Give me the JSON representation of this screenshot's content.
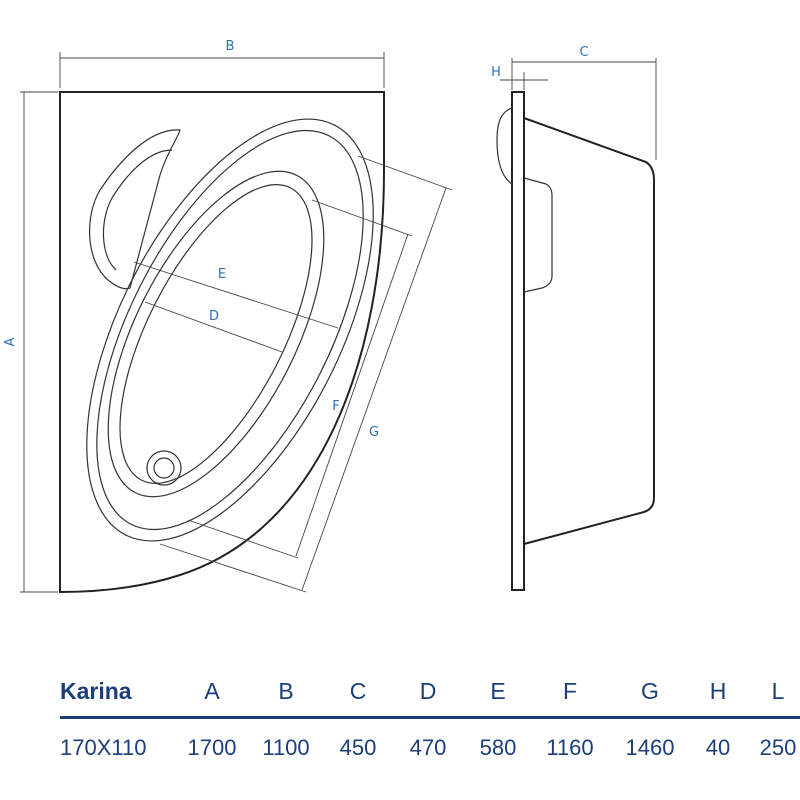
{
  "drawing": {
    "labels": {
      "a": "A",
      "b": "B",
      "c": "C",
      "d": "D",
      "e": "E",
      "f": "F",
      "g": "G",
      "h": "H"
    },
    "colors": {
      "label": "#2e6fb5",
      "line": "#222222",
      "table": "#1b3f7a"
    }
  },
  "table": {
    "model_header": "Karina",
    "columns": [
      "A",
      "B",
      "C",
      "D",
      "E",
      "F",
      "G",
      "H",
      "L"
    ],
    "model_value": "170X110",
    "values": [
      "1700",
      "1100",
      "450",
      "470",
      "580",
      "1160",
      "1460",
      "40",
      "250"
    ]
  }
}
